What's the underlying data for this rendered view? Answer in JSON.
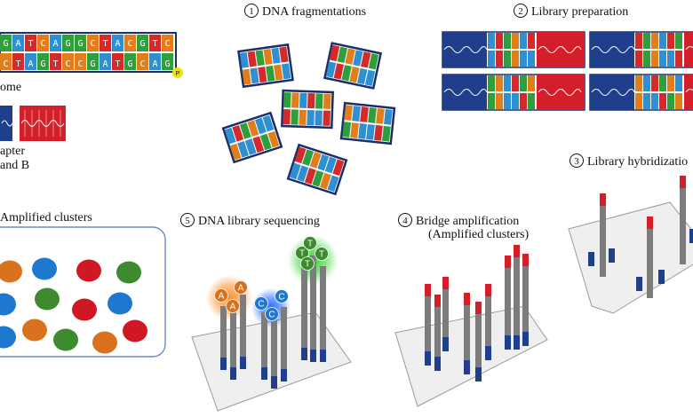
{
  "labels": {
    "genome": "ome",
    "adapter_line1": "apter",
    "adapter_line2": "and B",
    "amplified_clusters": "Amplified clusters",
    "step1_num": "1",
    "step1": "DNA fragmentations",
    "step2_num": "2",
    "step2": "Library preparation",
    "step3_num": "3",
    "step3": "Library hybridizatio",
    "step4_num": "4",
    "step4_line1": "Bridge amplification",
    "step4_line2": "(Amplified clusters)",
    "step5_num": "5",
    "step5": "DNA library sequencing"
  },
  "genome": {
    "top_strand": "GATCAGGCTACGTC",
    "bottom_strand": "CTAGTCCGATGCAG",
    "end_marker": "P"
  },
  "sequencing_bases": {
    "A": [
      "A",
      "A",
      "A"
    ],
    "C": [
      "C",
      "C",
      "C"
    ],
    "T": [
      "T",
      "T",
      "T",
      "T"
    ]
  },
  "colors": {
    "A": "#2f8fd0",
    "C": "#e07e1c",
    "G": "#2f9e3c",
    "T": "#d42a2a",
    "adapter_blue": "#1f3f8c",
    "adapter_red": "#d41f2a",
    "strand_gray": "#7c7c7c",
    "phosphate": "#f5e100",
    "glow_orange": "#ff8a1e",
    "glow_blue": "#1e63ff",
    "glow_green": "#2ed02e",
    "circle_orange": "#d9721e",
    "circle_blue": "#1f78d0",
    "circle_red": "#d01824",
    "circle_green": "#3e8a2e"
  }
}
